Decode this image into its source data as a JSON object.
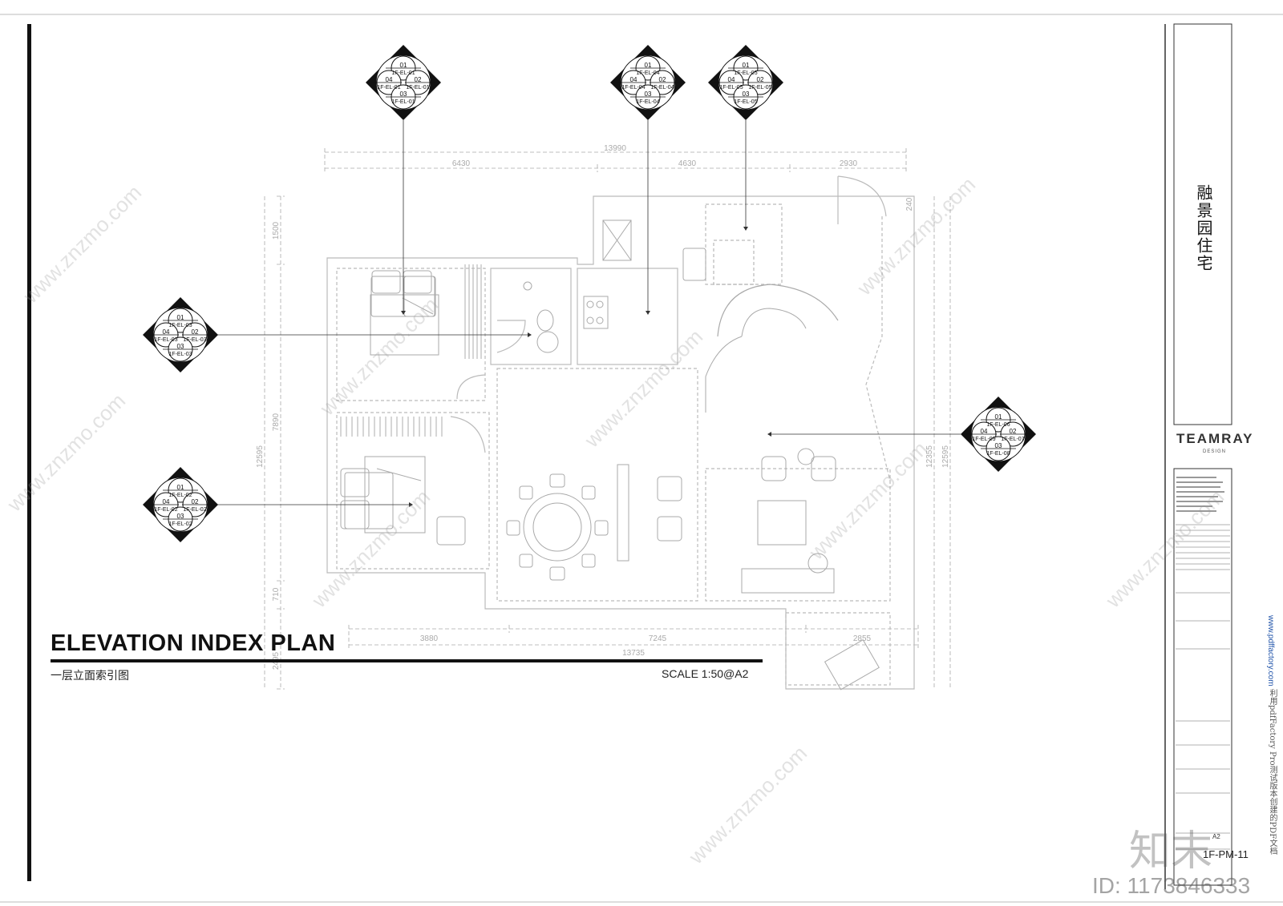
{
  "drawing": {
    "title": "ELEVATION INDEX PLAN",
    "subtitle_cn": "一层立面索引图",
    "scale": "SCALE 1:50@A2"
  },
  "title_block": {
    "project_name": "融景园住宅",
    "logo": "TEAMRAY",
    "logo_sub": "DESIGN",
    "sheet_number": "1F-PM-11",
    "paper_size": "A2"
  },
  "dimensions": {
    "top_total": "13990",
    "top_segments": [
      "6430",
      "4630",
      "2930"
    ],
    "bottom_total": "13735",
    "bottom_segments": [
      "3880",
      "7245",
      "2855"
    ],
    "left_total": "12595",
    "left_segments": [
      "1500",
      "7890",
      "710",
      "2495"
    ],
    "right_total": "12595",
    "right_inner": "12355",
    "right_top": "240"
  },
  "index_markers": [
    {
      "name": "marker-1f-el-01",
      "top": "01",
      "top_code": "1F-EL-01",
      "left": "04",
      "left_code": "1F-EL-01",
      "right": "02",
      "right_code": "1F-EL-01",
      "bottom": "03",
      "bottom_code": "1F-EL-01"
    },
    {
      "name": "marker-1f-el-04",
      "top": "01",
      "top_code": "1F-EL-04",
      "left": "04",
      "left_code": "1F-EL-04",
      "right": "02",
      "right_code": "1F-EL-04",
      "bottom": "03",
      "bottom_code": "1F-EL-04"
    },
    {
      "name": "marker-1f-el-05",
      "top": "01",
      "top_code": "1F-EL-05",
      "left": "04",
      "left_code": "1F-EL-05",
      "right": "02",
      "right_code": "1F-EL-05",
      "bottom": "03",
      "bottom_code": "1F-EL-05"
    },
    {
      "name": "marker-1f-el-03",
      "top": "01",
      "top_code": "1F-EL-03",
      "left": "04",
      "left_code": "1F-EL-03",
      "right": "02",
      "right_code": "1F-EL-03",
      "bottom": "03",
      "bottom_code": "1F-EL-03"
    },
    {
      "name": "marker-1f-el-02",
      "top": "01",
      "top_code": "1F-EL-02",
      "left": "04",
      "left_code": "1F-EL-02",
      "right": "02",
      "right_code": "1F-EL-02",
      "bottom": "03",
      "bottom_code": "1F-EL-02"
    },
    {
      "name": "marker-1f-el-06",
      "top": "01",
      "top_code": "1F-EL-06",
      "left": "04",
      "left_code": "1F-EL-09",
      "right": "02",
      "right_code": "1F-EL-07",
      "bottom": "03",
      "bottom_code": "1F-EL-08"
    }
  ],
  "watermark": {
    "brand": "知末",
    "id": "ID: 1173846333",
    "site": "www.znzmo.com",
    "pdf_note": "利用pdfFactory Pro测试版本创建的PDF文档",
    "pdf_link": "www.pdffactory.com"
  }
}
